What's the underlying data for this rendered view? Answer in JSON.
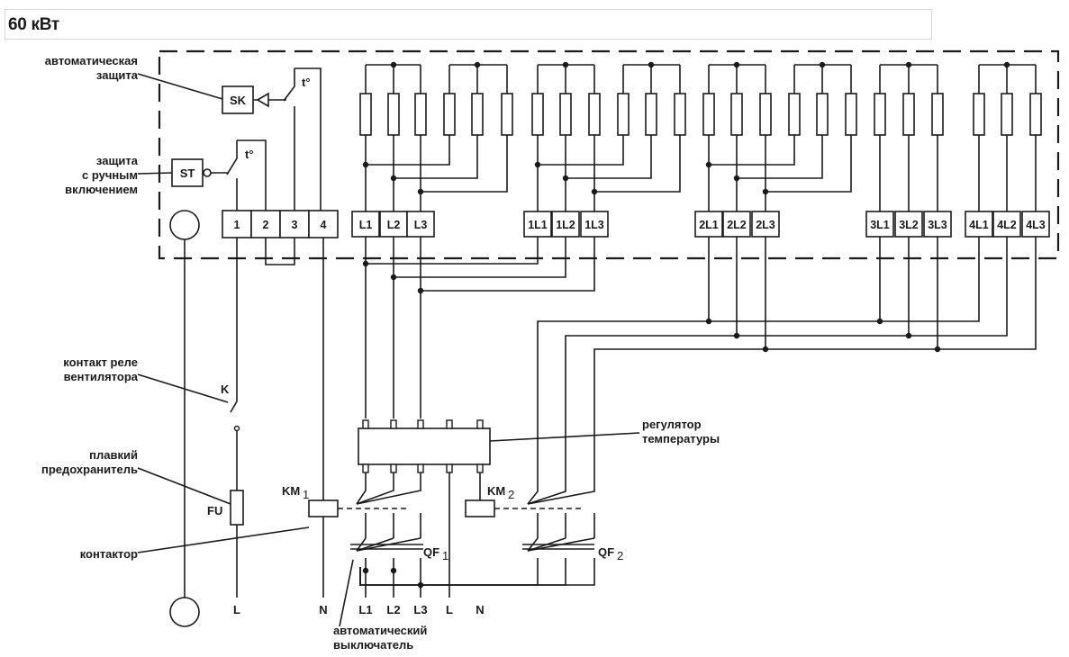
{
  "title": "60 кВт",
  "labels": {
    "auto_protection_1": "автоматическая",
    "auto_protection_2": "защита",
    "manual_protection_1": "защита",
    "manual_protection_2": "с ручным",
    "manual_protection_3": "включением",
    "fan_relay_1": "контакт реле",
    "fan_relay_2": "вентилятора",
    "fuse_1": "плавкий",
    "fuse_2": "предохранитель",
    "contactor": "контактор",
    "temp_regulator_1": "регулятор",
    "temp_regulator_2": "температуры",
    "breaker_1": "автоматический",
    "breaker_2": "выключатель"
  },
  "components": {
    "sk": "SK",
    "st": "ST",
    "temp_symbol": "t°",
    "k": "K",
    "fu": "FU",
    "km1": "KM",
    "km1_sub": "1",
    "km2": "KM",
    "km2_sub": "2",
    "qf1": "QF",
    "qf1_sub": "1",
    "qf2": "QF",
    "qf2_sub": "2"
  },
  "terminals": {
    "control": [
      "1",
      "2",
      "3",
      "4"
    ],
    "group0": [
      "L1",
      "L2",
      "L3"
    ],
    "group1": [
      "1L1",
      "1L2",
      "1L3"
    ],
    "group2": [
      "2L1",
      "2L2",
      "2L3"
    ],
    "group3": [
      "3L1",
      "3L2",
      "3L3"
    ],
    "group4": [
      "4L1",
      "4L2",
      "4L3"
    ]
  },
  "bottom_labels": [
    "L",
    "N",
    "L1",
    "L2",
    "L3",
    "L",
    "N"
  ]
}
